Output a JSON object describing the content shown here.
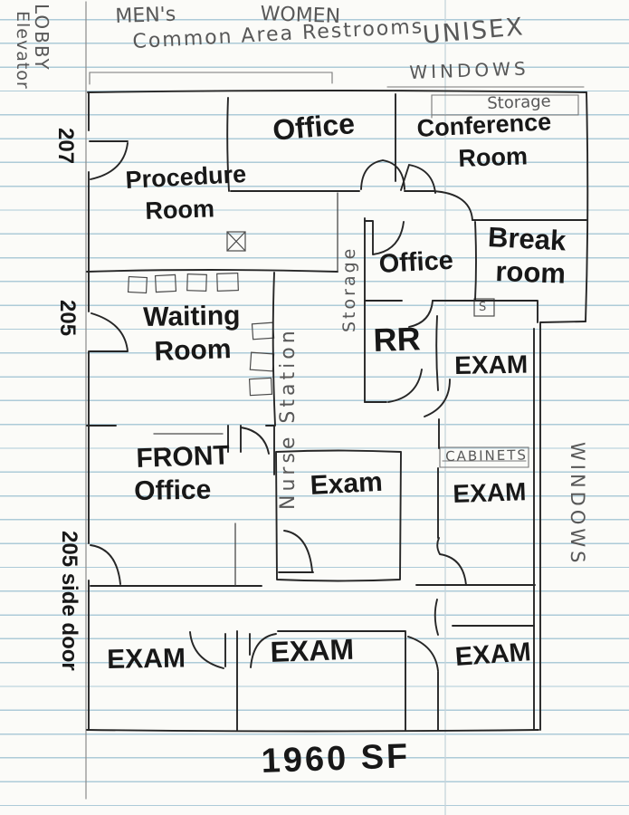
{
  "title": "Hand-drawn office suite floor plan sketch",
  "header": {
    "lobby": "LOBBY",
    "elevator": "Elevator",
    "mens": "MEN's",
    "women": "WOMEN",
    "common_area": "Common Area Restrooms",
    "unisex": "UNISEX",
    "windows_top": "WINDOWS",
    "storage_top": "Storage"
  },
  "room_numbers": {
    "suite_207": "207",
    "suite_205": "205",
    "side_door": "205 side door"
  },
  "rooms": {
    "office_top": "Office",
    "conference_line1": "Conference",
    "conference_line2": "Room",
    "procedure_line1": "Procedure",
    "procedure_line2": "Room",
    "break_line1": "Break",
    "break_line2": "room",
    "office_mid": "Office",
    "storage_closet": "Storage",
    "waiting_line1": "Waiting",
    "waiting_line2": "Room",
    "nurse_station": "Nurse Station",
    "restroom": "RR",
    "exam_upper_right": "EXAM",
    "cabinets": "CABINETS",
    "windows_right": "WINDOWS",
    "exam_mid_right": "EXAM",
    "exam_center": "Exam",
    "front_line1": "FRONT",
    "front_line2": "Office",
    "exam_bottom_left": "EXAM",
    "exam_bottom_center": "EXAM",
    "exam_bottom_right": "EXAM",
    "sink": "S"
  },
  "footer": {
    "area": "1960 SF"
  },
  "colors": {
    "paper": "#fbfbf8",
    "rule_blue": "#adcbd8",
    "crease": "#c6d4db",
    "ink": "#222222",
    "pencil": "#6e6e6e"
  }
}
